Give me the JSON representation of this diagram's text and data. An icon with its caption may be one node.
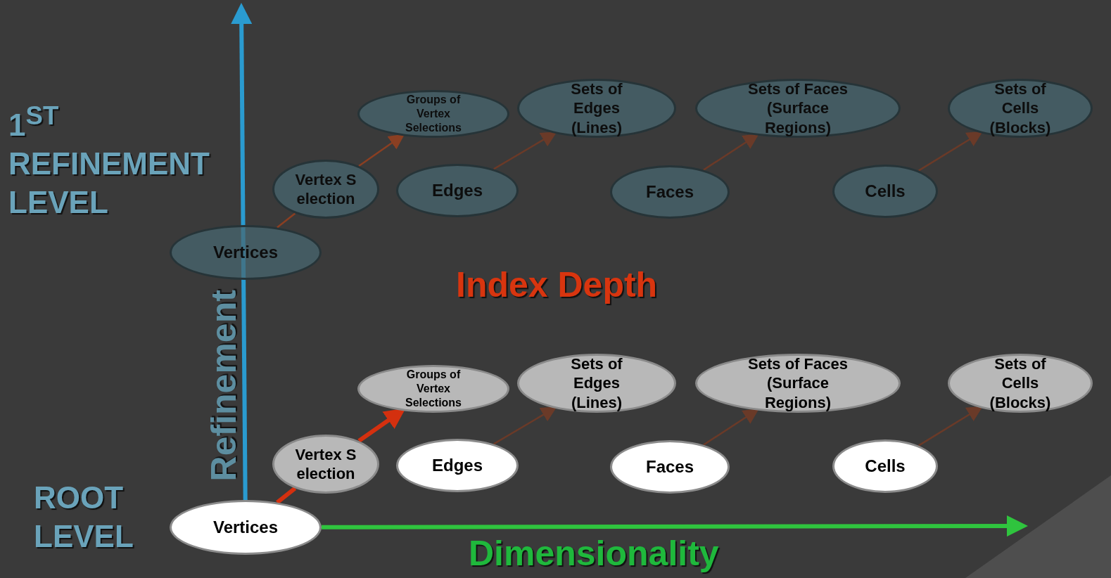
{
  "diagram": {
    "nodes": [
      {
        "text": [
          "Vertices"
        ]
      },
      {
        "text": [
          "Vertex Selection"
        ]
      },
      {
        "text": [
          "Groups of Vertex Selections"
        ]
      },
      {
        "text": [
          "Edges"
        ]
      },
      {
        "text": [
          "Sets of Edges (Lines)"
        ]
      },
      {
        "text": [
          "Faces"
        ]
      },
      {
        "text": [
          "Sets of Faces (Surface Regions)"
        ]
      },
      {
        "text": [
          "Cells"
        ]
      },
      {
        "text": [
          "Sets of Cells (Blocks)"
        ]
      },
      {
        "text": [
          "Vertices"
        ]
      },
      {
        "text": [
          "Vertex Selection"
        ]
      },
      {
        "text": [
          "Groups of Vertex Selections"
        ]
      },
      {
        "text": [
          "Edges"
        ]
      },
      {
        "text": [
          "Sets of Edges (Lines)"
        ]
      },
      {
        "text": [
          "Faces"
        ]
      },
      {
        "text": [
          "Sets of Faces (Surface Regions)"
        ]
      },
      {
        "text": [
          "Cells"
        ]
      },
      {
        "text": [
          "Sets of Cells (Blocks)"
        ]
      }
    ],
    "edges": [
      {
        "from": 0,
        "to": 1,
        "arrow": "none",
        "color": "#8a3f22"
      },
      {
        "from": 1,
        "to": 2,
        "arrow": "to",
        "color": "#8a3f22"
      },
      {
        "from": 3,
        "to": 4,
        "arrow": "to"
      },
      {
        "from": 5,
        "to": 6,
        "arrow": "to"
      },
      {
        "from": 7,
        "to": 8,
        "arrow": "to"
      },
      {
        "from": 9,
        "to": 10,
        "arrow": "none",
        "style": "thick",
        "color": "#d4300f"
      },
      {
        "from": 10,
        "to": 11,
        "arrow": "to",
        "style": "thick",
        "color": "#d4300f"
      },
      {
        "from": 12,
        "to": 13,
        "arrow": "to"
      },
      {
        "from": 14,
        "to": 15,
        "arrow": "to"
      },
      {
        "from": 16,
        "to": 17,
        "arrow": "to"
      },
      {
        "from": 9,
        "to": null,
        "arrow": "to",
        "style": "thick",
        "color": "#2a9bd0"
      },
      {
        "from": 9,
        "to": null,
        "arrow": "to",
        "style": "thick",
        "color": "#2fc43e"
      }
    ],
    "labels": [
      "1$^{ST}$ REFINEMENT LEVEL",
      "ROOT LEVEL",
      "Index Depth",
      "Refinement",
      "Dimensionality"
    ]
  }
}
